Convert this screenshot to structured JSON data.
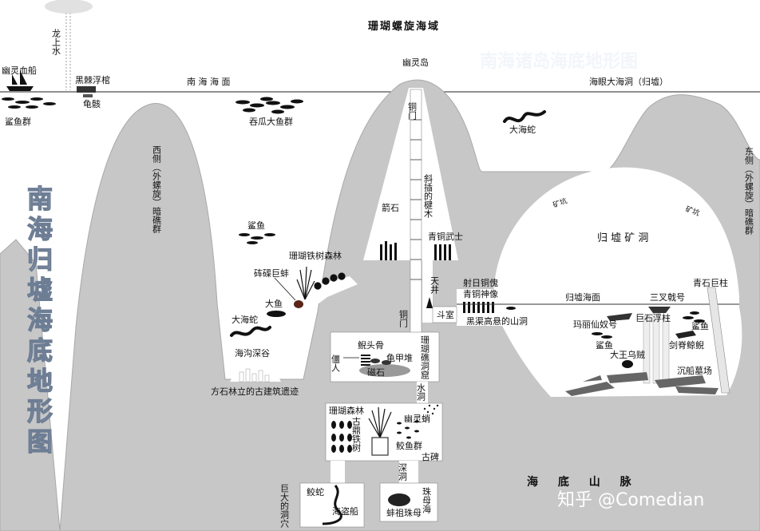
{
  "title": "珊瑚螺旋海域",
  "side_title": "南海归墟海底地形图",
  "faint_header": "南海诸岛海底地形图",
  "watermark": "知乎 @Comedian",
  "labels": {
    "dragon_water": "龙上水",
    "ghost_ship": "幽灵血船",
    "shark_group_left": "鲨鱼群",
    "black_coffin": "黑棘浮棺",
    "turtle_skull": "龟骸",
    "sea_surface": "南  海  海  面",
    "swallow_fish": "吞瓜大鱼群",
    "west_reef": "西侧（外螺旋）暗礁群",
    "ghost_island": "幽灵岛",
    "bronze_gate_top": "铜门",
    "arrow_stone": "箭石",
    "oblique_wood": "斜插的楗木",
    "bronze_warriors": "青铜武士",
    "big_sea_snake_top": "大海蛇",
    "sea_eye": "海眼大海洞（归墟）",
    "east_reef": "东侧（外螺旋）暗礁群",
    "shark_mid": "鲨鱼",
    "coral_forest_iron": "珊瑚铁树森林",
    "clam": "砗磲巨蚌",
    "big_fish": "大鱼",
    "big_snake_left": "大海蛇",
    "trench_valley": "海沟深谷",
    "stone_ruins": "方石林立的古建筑遗迹",
    "skylight": "天井",
    "dou_room": "斗室",
    "shoot_sun": "射日铜傀",
    "bronze_statue": "青铜神像",
    "hanging_cave": "黑渠高悬的山洞",
    "guixu_mine": "归  墟  矿  洞",
    "mine_left": "矿坑",
    "mine_right": "矿坑",
    "guixu_surface": "归墟海面",
    "sancha": "三叉戟号",
    "cyan_pillar": "青石巨柱",
    "mary": "玛丽仙奴号",
    "stone_pillar": "巨石浮柱",
    "shark_right": "鲨鱼",
    "shark_low": "鲨鱼",
    "sword_whale": "剑脊鲸鲵",
    "octopus": "大王乌贼",
    "wreck": "沉船墓场",
    "bronze_gate_low": "铜门",
    "fish_skull": "鲵头骨",
    "turtle_pile": "龟甲堆",
    "jiangren": "僵人",
    "magnet": "磁石",
    "coral_cave": "珊瑚礁洞窟",
    "water_cave": "水洞",
    "coral_forest": "珊瑚森林",
    "ghost_jelly": "幽灵蛸",
    "ancient_tree": "古鼎铁树",
    "jiao_fish": "鲛鱼群",
    "ancient_stele": "古碑",
    "deep_cave": "深洞",
    "mother_pearl": "珠母海",
    "clam_mother": "蚌祖珠母",
    "giant_cave": "巨大的洞穴",
    "sea_snake_cave": "鲛蛇",
    "pirate_ship": "海盗船",
    "mountains": "海 底 山 脉"
  },
  "colors": {
    "seafloor": "#c7c7c7",
    "seafloor_edge": "#a9a9a9",
    "ink": "#111111",
    "cave": "#ffffff"
  }
}
